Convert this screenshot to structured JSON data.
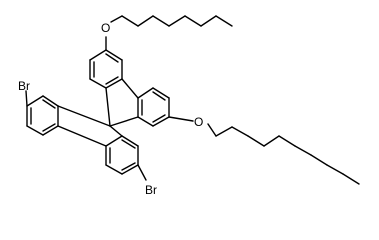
{
  "structure": {
    "type": "skeletal-formula",
    "atoms": [
      {
        "id": "br1",
        "text": "Br"
      },
      {
        "id": "br2",
        "text": "Br"
      },
      {
        "id": "o1",
        "text": "O"
      },
      {
        "id": "o2",
        "text": "O"
      }
    ]
  }
}
